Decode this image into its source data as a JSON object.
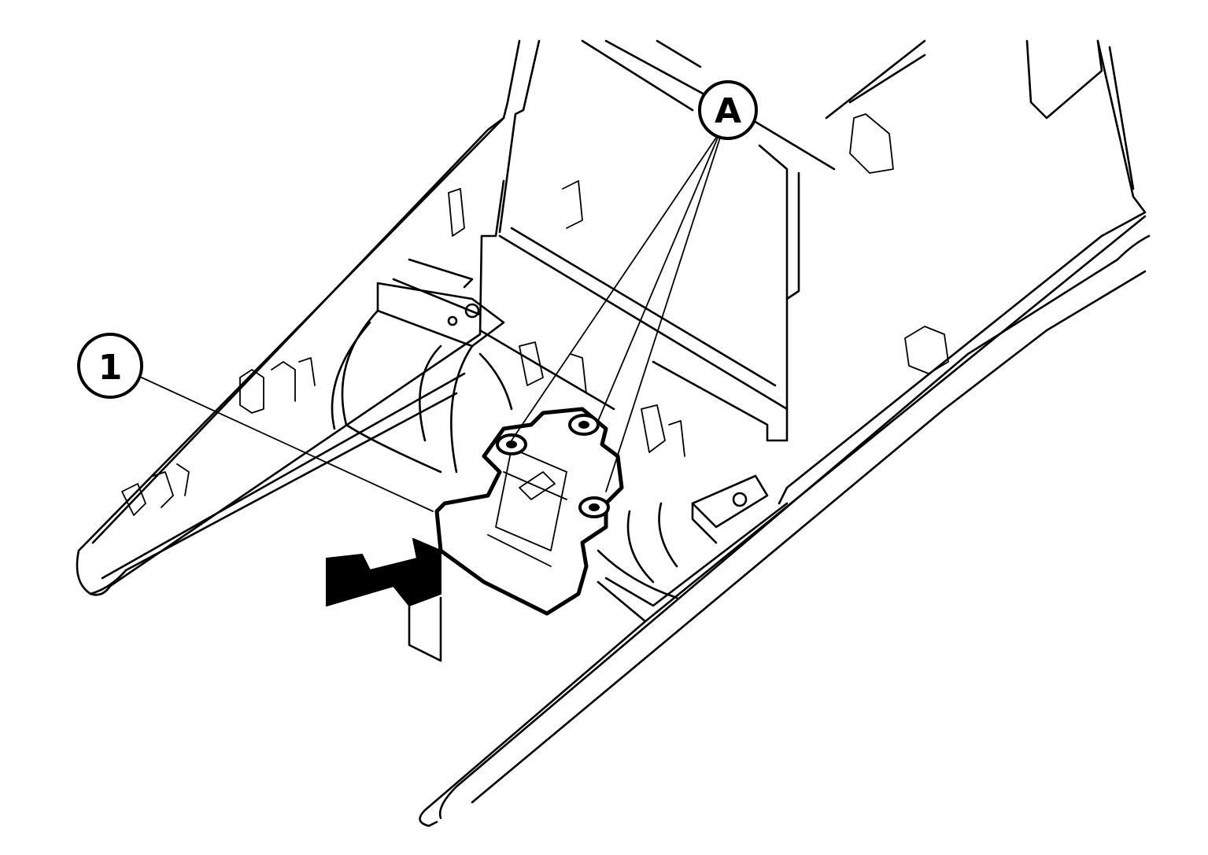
{
  "callouts": {
    "part_1": "1",
    "part_A": "A"
  },
  "colors": {
    "line": "#000000",
    "background": "#ffffff",
    "part_fill_pattern": "stipple-dots"
  },
  "icons": {
    "removal_arrow": "arrow-left-down-icon"
  }
}
